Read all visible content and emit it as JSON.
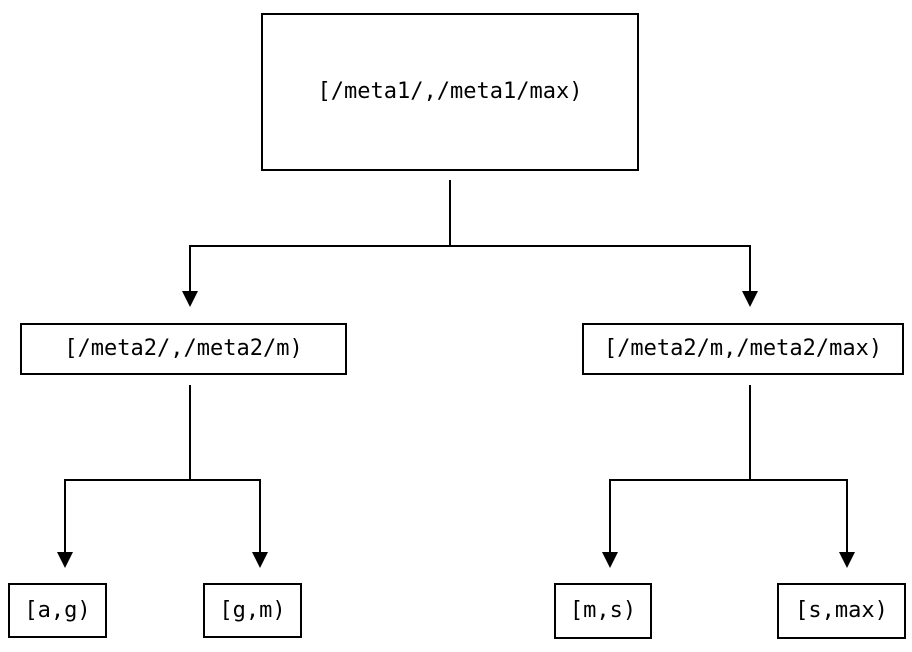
{
  "diagram": {
    "type": "tree",
    "colors": {
      "stroke": "#000000",
      "background": "#ffffff"
    },
    "tree": {
      "root": {
        "label": "[/meta1/,/meta1/max)",
        "children": [
          {
            "label": "[/meta2/,/meta2/m)",
            "children": [
              {
                "label": "[a,g)"
              },
              {
                "label": "[g,m)"
              }
            ]
          },
          {
            "label": "[/meta2/m,/meta2/max)",
            "children": [
              {
                "label": "[m,s)"
              },
              {
                "label": "[s,max)"
              }
            ]
          }
        ]
      }
    }
  }
}
